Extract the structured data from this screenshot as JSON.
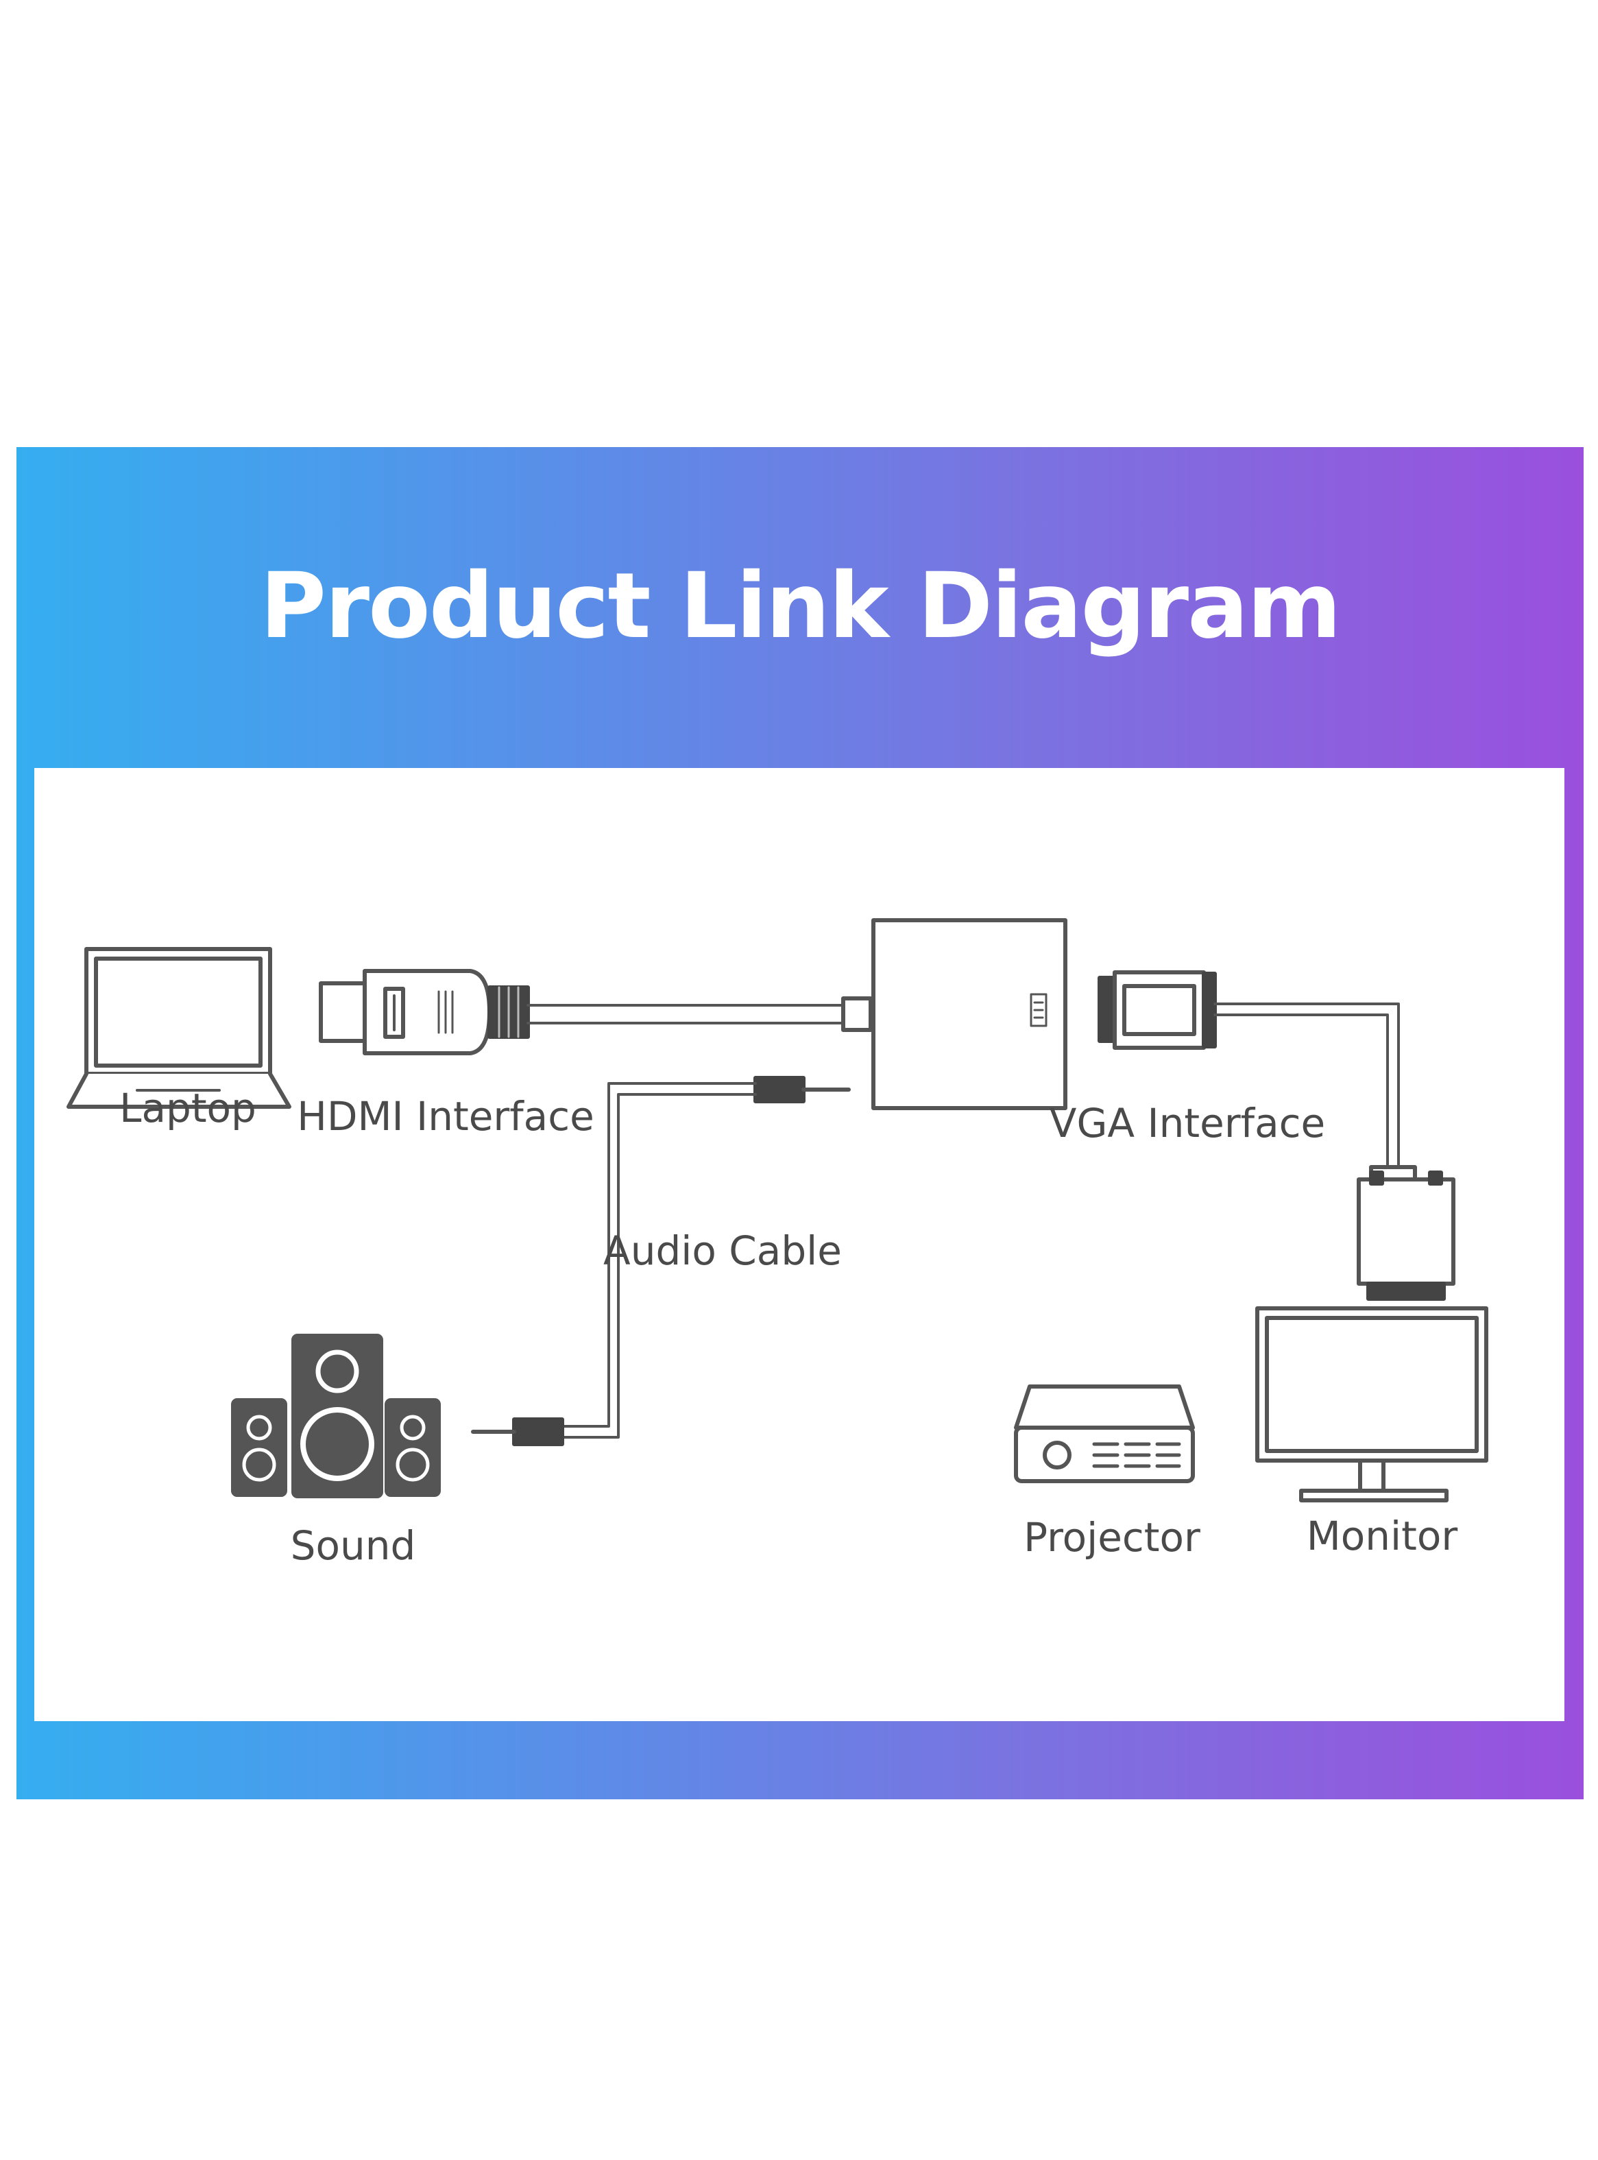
{
  "title": "Product Link Diagram",
  "colors": {
    "gradient_start": "#35aef0",
    "gradient_end": "#9a50dd",
    "panel": "#ffffff",
    "line_art": "#555555",
    "label_text": "#4a4a4a"
  },
  "labels": {
    "laptop": "Laptop",
    "hdmi": "HDMI Interface",
    "vga": "VGA Interface",
    "audio": "Audio Cable",
    "sound": "Sound",
    "projector": "Projector",
    "monitor": "Monitor"
  }
}
